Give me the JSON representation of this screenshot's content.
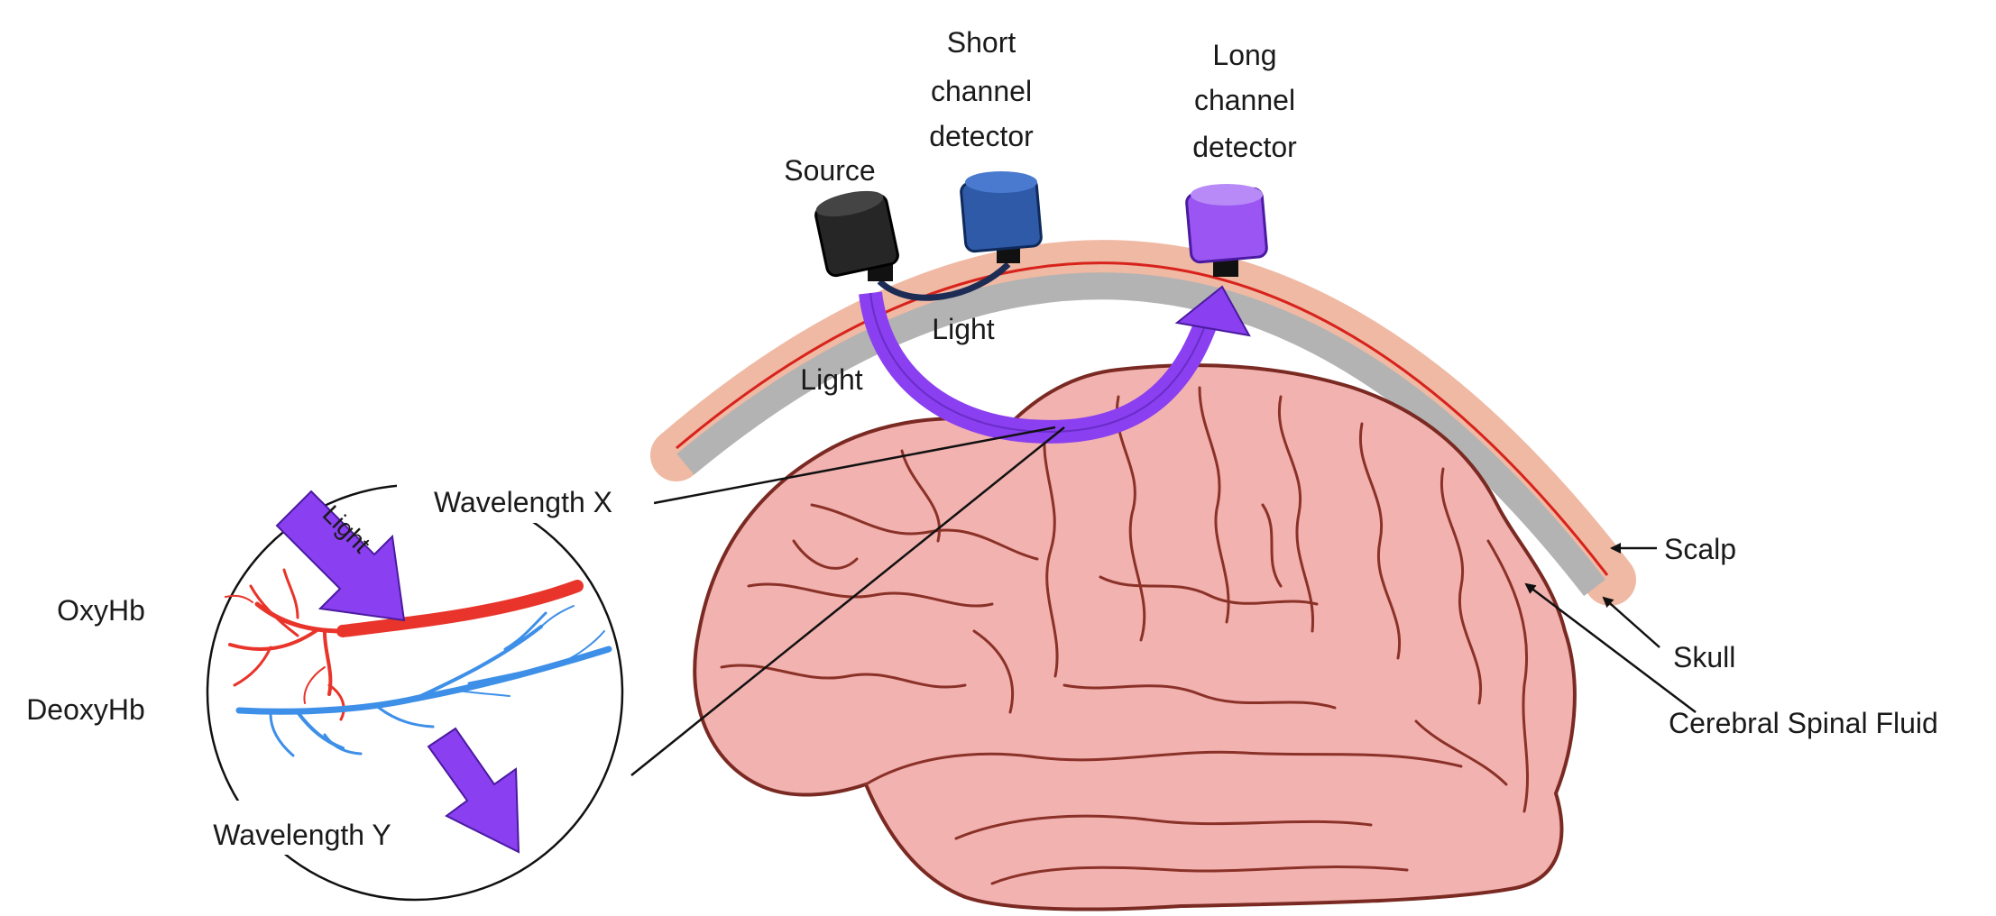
{
  "diagram": {
    "labels": {
      "short_channel_detector": [
        "Short",
        "channel",
        "detector"
      ],
      "long_channel_detector": [
        "Long",
        "channel",
        "detector"
      ],
      "source": "Source",
      "light_upper": "Light",
      "light_lower": "Light",
      "wavelength_x": "Wavelength X",
      "wavelength_y": "Wavelength Y",
      "light_inset": "Light",
      "oxyhb": "OxyHb",
      "deoxyhb": "DeoxyHb",
      "scalp": "Scalp",
      "skull": "Skull",
      "csf": "Cerebral Spinal Fluid"
    },
    "colors": {
      "brain_fill": "#f2b2b0",
      "brain_outline": "#7a2a22",
      "scalp": "#efb9a3",
      "skull": "#b3b3b3",
      "csf_line": "#d8221c",
      "light_arrow": "#8a3ff0",
      "source_cap": "#262626",
      "short_detector": "#2e5aa8",
      "long_detector": "#9a55f2",
      "oxyhb_vessel": "#e8342a",
      "deoxyhb_vessel": "#3d8fe8"
    }
  }
}
